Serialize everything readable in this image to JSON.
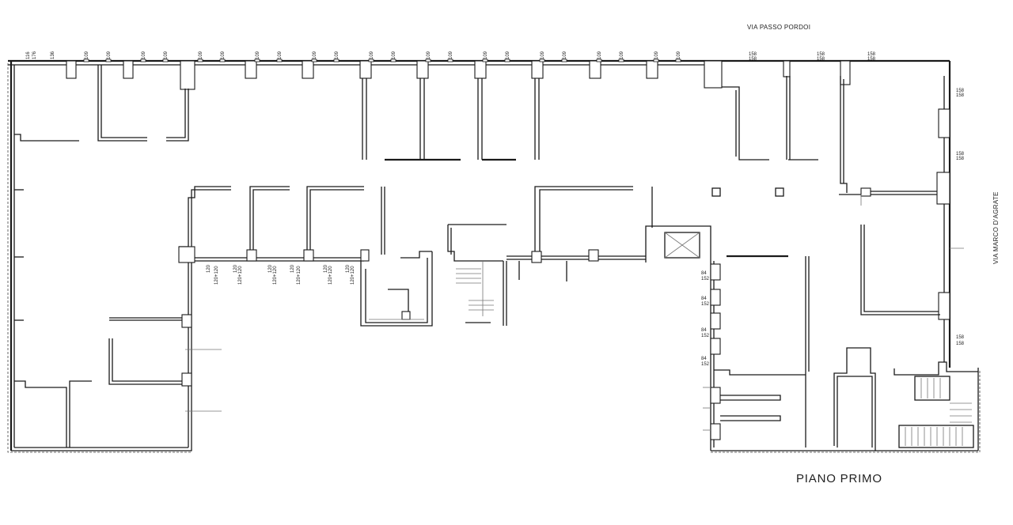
{
  "streets": {
    "north": "VIA PASSO PORDOI",
    "east": "VIA MARCO D'AGRATE"
  },
  "title": "PIANO PRIMO",
  "dimensions": {
    "top_first": [
      "116",
      "176"
    ],
    "top_second": "136",
    "top_repeat": "109",
    "right_top": [
      "158",
      "158"
    ],
    "inner_pair": "120+120",
    "inner_single": "120",
    "stair_side": [
      "84",
      "152"
    ]
  }
}
